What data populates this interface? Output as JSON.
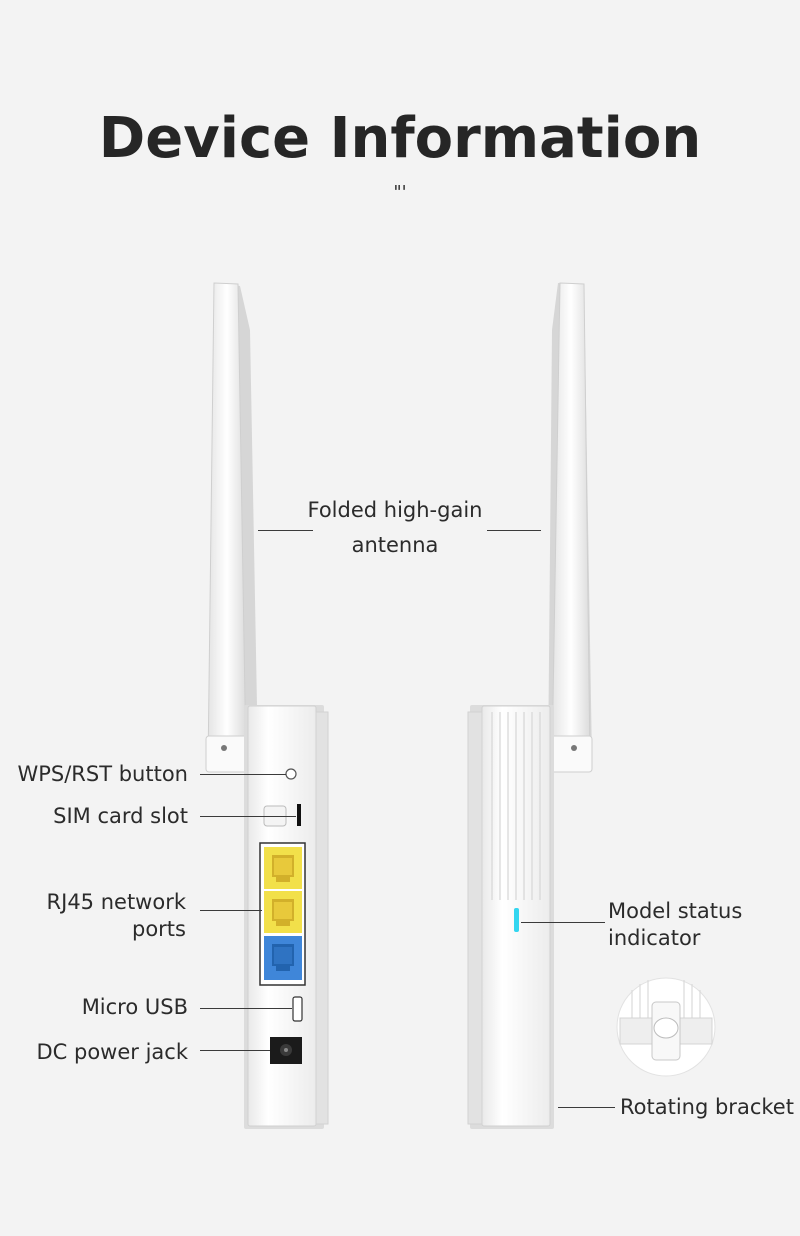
{
  "page": {
    "title": "Device Information",
    "subtitle_mark": "\"'"
  },
  "callouts": {
    "antenna_line1": "Folded high-gain",
    "antenna_line2": "antenna",
    "wps_rst_button": "WPS/RST button",
    "sim_card_slot": "SIM card slot",
    "rj45_line1": "RJ45 network",
    "rj45_line2": "ports",
    "micro_usb": "Micro USB",
    "dc_power_jack": "DC power jack",
    "status_line1": "Model status",
    "status_line2": "indicator",
    "rotating_bracket": "Rotating bracket"
  },
  "colors": {
    "background": "#f3f3f3",
    "title": "#262626",
    "port_yellow": "#f2e04a",
    "port_blue": "#3f86d9",
    "indicator_cyan": "#33d6f0",
    "device_white": "#ffffff",
    "device_shadow": "#d9d9d9"
  },
  "icons": {
    "antenna": "antenna-icon",
    "rj45": "ethernet-port-icon",
    "usb": "micro-usb-icon",
    "power": "dc-jack-icon",
    "sim": "sim-card-icon"
  }
}
